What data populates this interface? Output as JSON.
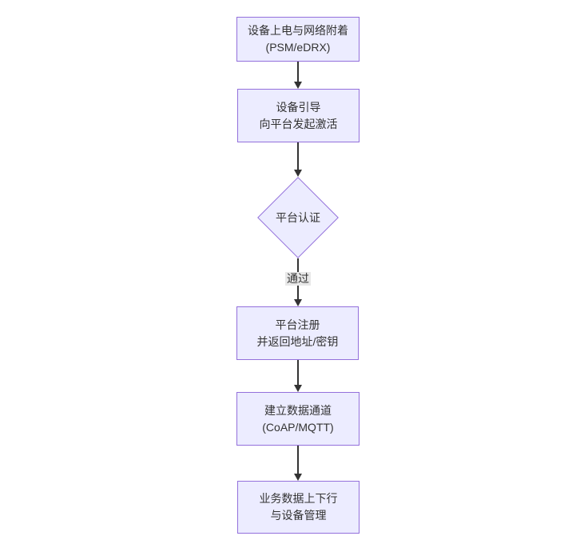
{
  "diagram": {
    "type": "flowchart",
    "direction": "top-down",
    "colors": {
      "node_fill": "#ECECFF",
      "node_border": "#9370DB",
      "edge_color": "#333333",
      "text_color": "#333333",
      "edge_label_bg": "#e8e8e8",
      "background": "#ffffff"
    },
    "nodes": [
      {
        "id": "device-power-on",
        "shape": "rect",
        "line1": "设备上电与网络附着",
        "line2": "(PSM/eDRX)"
      },
      {
        "id": "device-bootstrap",
        "shape": "rect",
        "line1": "设备引导",
        "line2": "向平台发起激活"
      },
      {
        "id": "platform-auth",
        "shape": "diamond",
        "line1": "平台认证"
      },
      {
        "id": "platform-register",
        "shape": "rect",
        "line1": "平台注册",
        "line2": "并返回地址/密钥"
      },
      {
        "id": "data-channel",
        "shape": "rect",
        "line1": "建立数据通道",
        "line2": "(CoAP/MQTT)"
      },
      {
        "id": "business-data",
        "shape": "rect",
        "line1": "业务数据上下行",
        "line2": "与设备管理"
      }
    ],
    "edges": [
      {
        "from": "device-power-on",
        "to": "device-bootstrap",
        "label": ""
      },
      {
        "from": "device-bootstrap",
        "to": "platform-auth",
        "label": ""
      },
      {
        "from": "platform-auth",
        "to": "platform-register",
        "label": "通过"
      },
      {
        "from": "platform-register",
        "to": "data-channel",
        "label": ""
      },
      {
        "from": "data-channel",
        "to": "business-data",
        "label": ""
      }
    ]
  }
}
